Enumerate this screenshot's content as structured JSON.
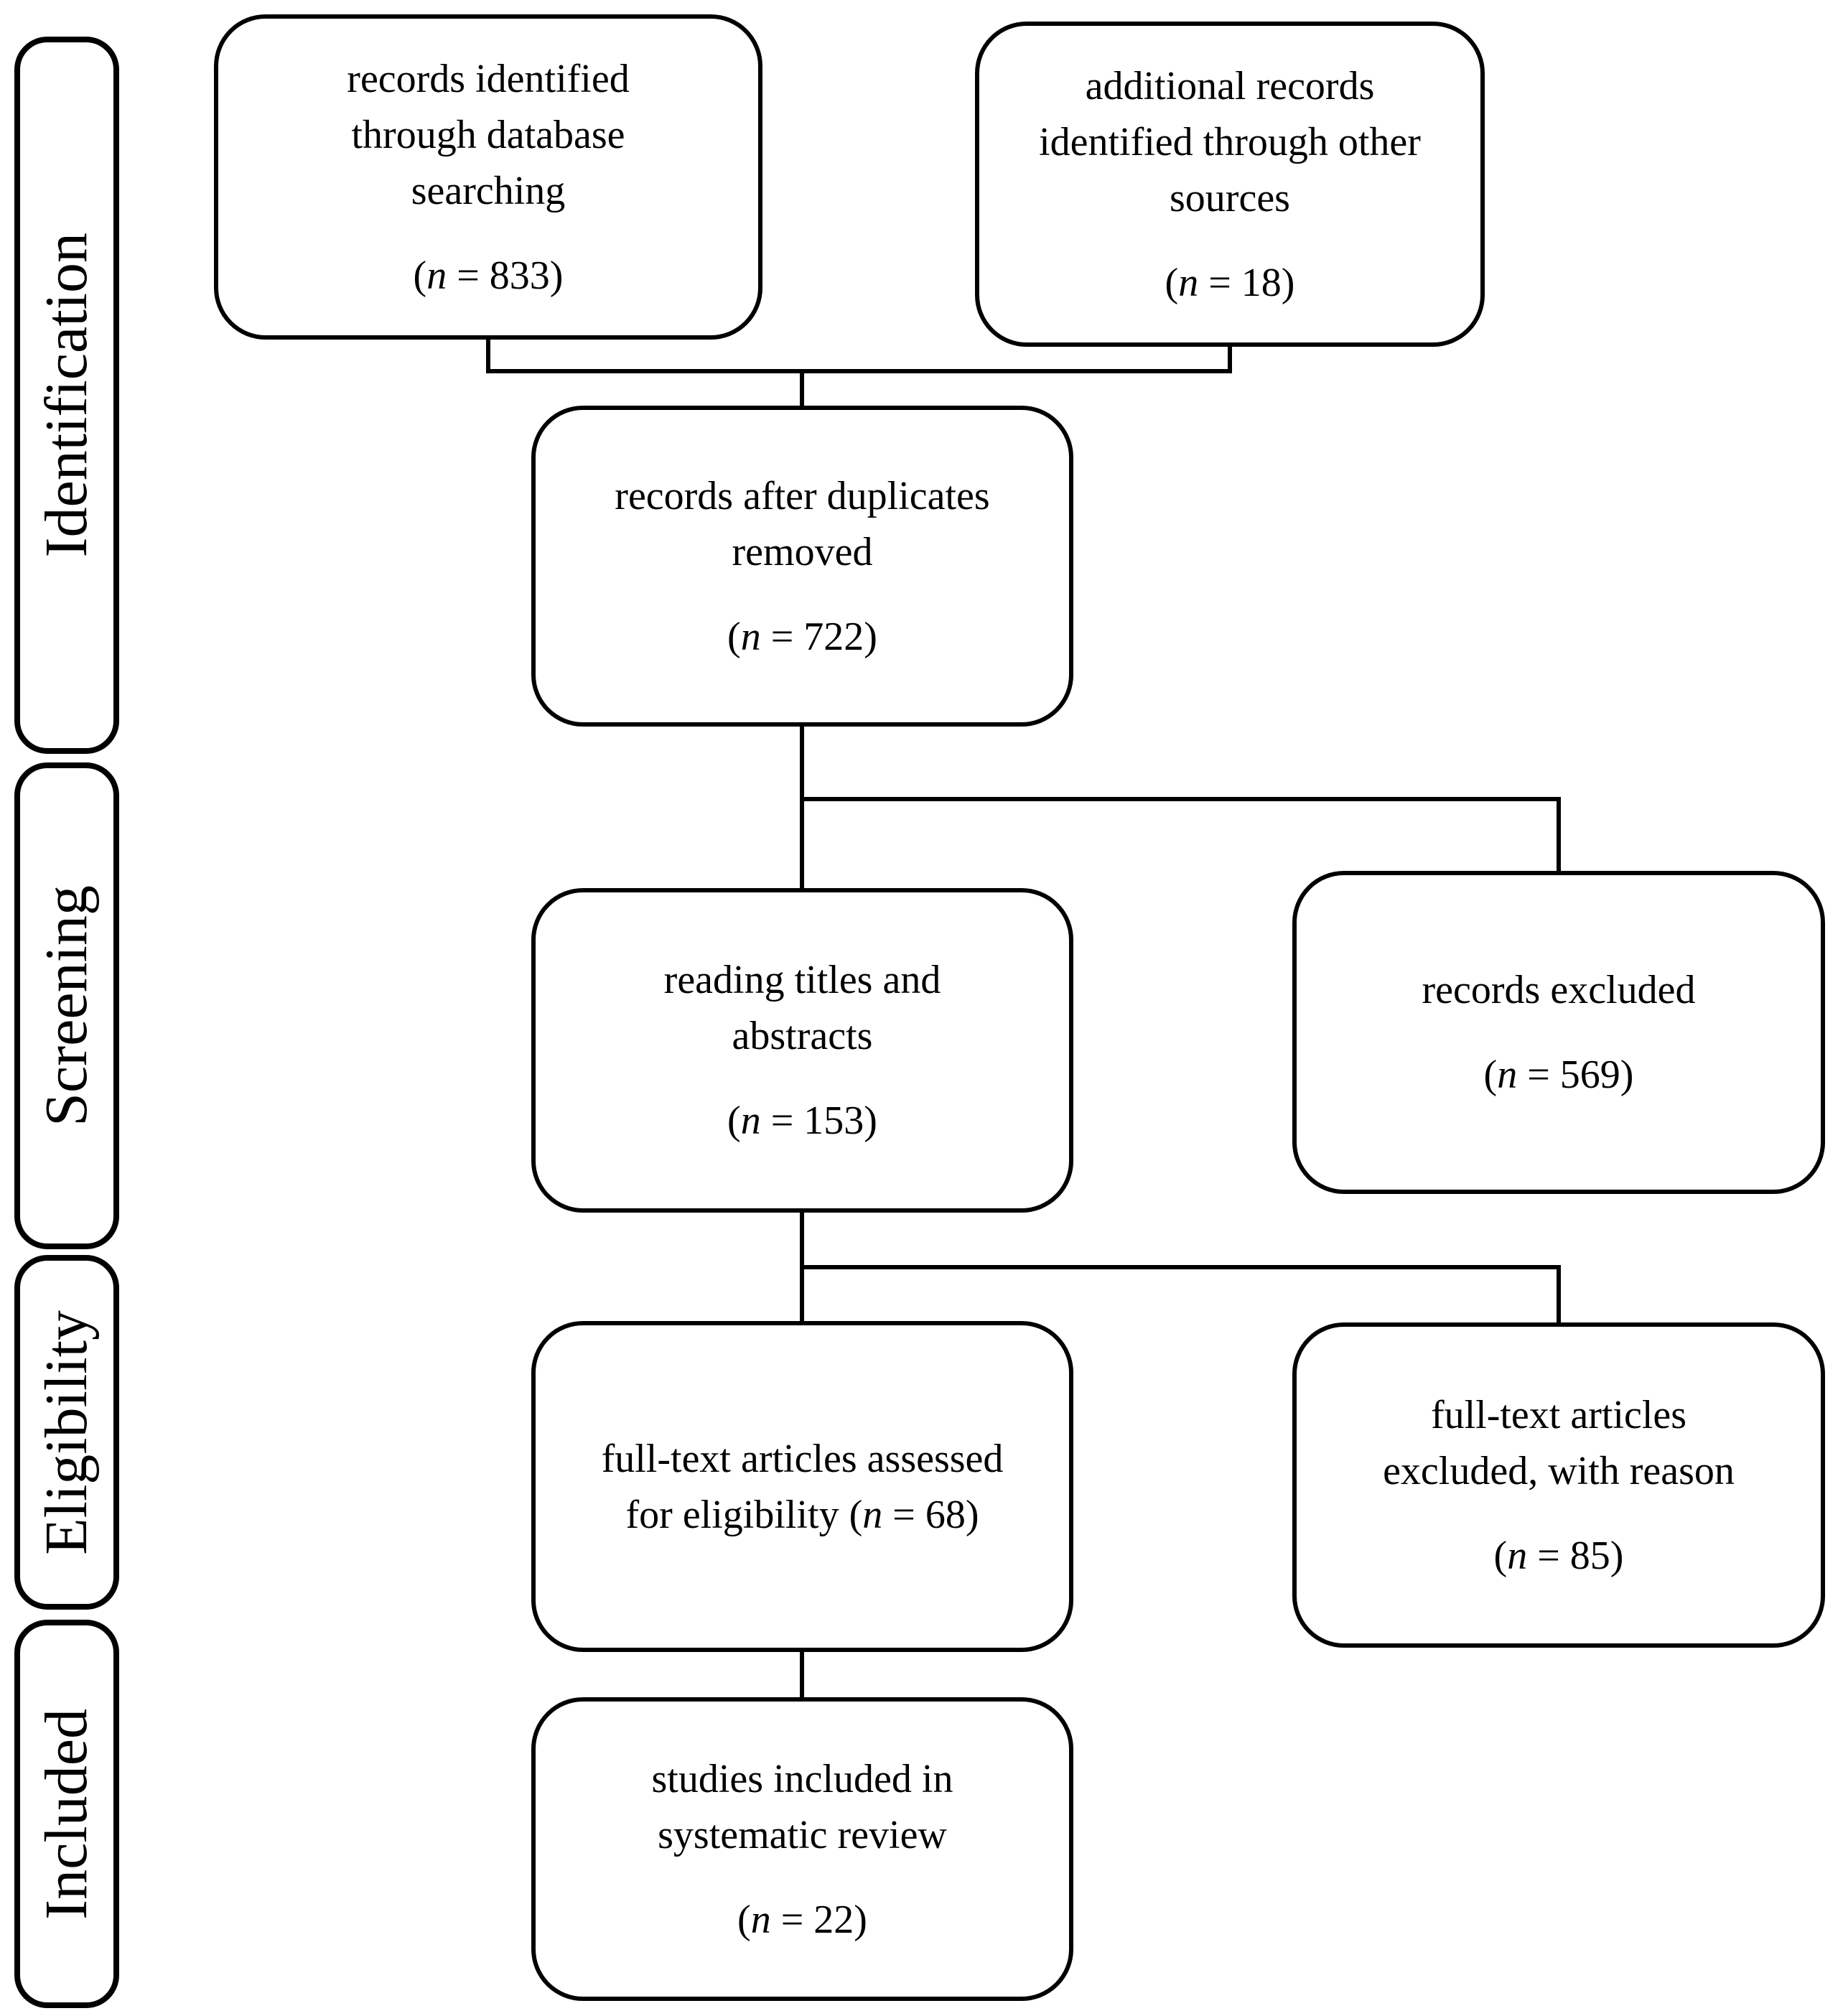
{
  "diagram": {
    "title": "PRISMA study selection flow diagram",
    "colors": {
      "line": "#000000",
      "background": "#ffffff",
      "text": "#000000"
    },
    "notation": {
      "open": "(",
      "symbol": "n",
      "equals": " = ",
      "close": ")"
    },
    "stages": [
      {
        "id": "identification",
        "label": "Identification"
      },
      {
        "id": "screening",
        "label": "Screening"
      },
      {
        "id": "eligibility",
        "label": "Eligibility"
      },
      {
        "id": "included",
        "label": "Included"
      }
    ],
    "boxes": [
      {
        "id": "db-records",
        "lines": [
          "records identified",
          "through database",
          "searching"
        ],
        "n": "833",
        "n_inline": false
      },
      {
        "id": "other-records",
        "lines": [
          "additional records",
          "identified through other",
          "sources"
        ],
        "n": "18",
        "n_inline": false
      },
      {
        "id": "after-duplicates",
        "lines": [
          "records after duplicates",
          "removed"
        ],
        "n": "722",
        "n_inline": false
      },
      {
        "id": "titles-abstracts",
        "lines": [
          "reading titles and",
          "abstracts"
        ],
        "n": "153",
        "n_inline": false
      },
      {
        "id": "records-excluded",
        "lines": [
          "records excluded"
        ],
        "n": "569",
        "n_inline": false
      },
      {
        "id": "fulltext-assessed",
        "lines": [
          "full-text articles assessed",
          "for eligibility"
        ],
        "n": "68",
        "n_inline": true
      },
      {
        "id": "fulltext-excluded",
        "lines": [
          "full-text articles",
          "excluded,  with reason"
        ],
        "n": "85",
        "n_inline": false
      },
      {
        "id": "included-studies",
        "lines": [
          "studies included in",
          "systematic review"
        ],
        "n": "22",
        "n_inline": false
      }
    ]
  }
}
